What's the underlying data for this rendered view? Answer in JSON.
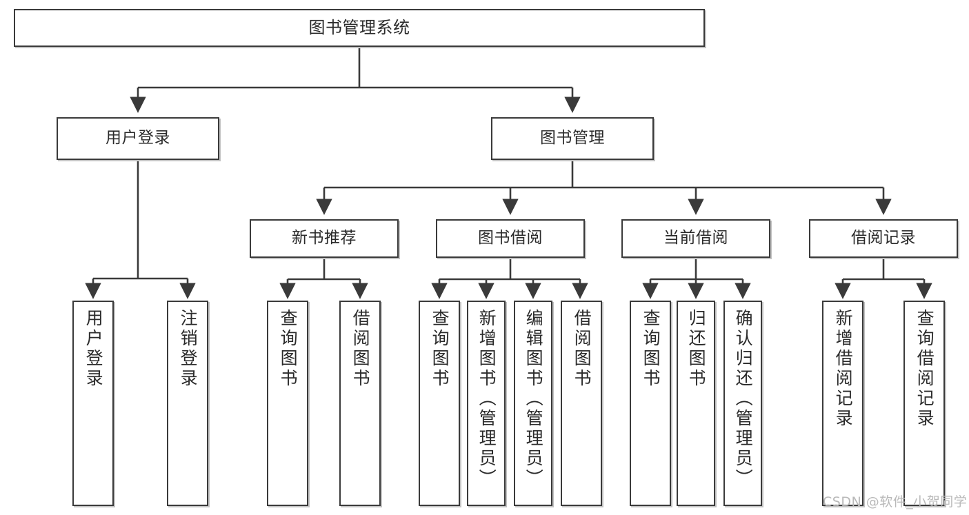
{
  "diagram": {
    "title": "图书管理系统",
    "type": "function-structure-chart",
    "style": {
      "border_color": "#3a3a3a",
      "fill_color": "#ffffff",
      "text_color": "#2b2b2b",
      "watermark_color": "#b9b9b9"
    },
    "nodes": {
      "root": {
        "label": "图书管理系统"
      },
      "level2": [
        {
          "label": "用户登录"
        },
        {
          "label": "图书管理"
        }
      ],
      "level3": [
        {
          "label": "新书推荐"
        },
        {
          "label": "图书借阅"
        },
        {
          "label": "当前借阅"
        },
        {
          "label": "借阅记录"
        }
      ],
      "leaves_user_login": [
        {
          "label": "用户登录"
        },
        {
          "label": "注销登录"
        }
      ],
      "leaves_new_book": [
        {
          "label": "查询图书"
        },
        {
          "label": "借阅图书"
        }
      ],
      "leaves_borrow": [
        {
          "label": "查询图书"
        },
        {
          "label": "新增图书（管理员）"
        },
        {
          "label": "编辑图书（管理员）"
        },
        {
          "label": "借阅图书"
        }
      ],
      "leaves_current": [
        {
          "label": "查询图书"
        },
        {
          "label": "归还图书"
        },
        {
          "label": "确认归还（管理员）"
        }
      ],
      "leaves_records": [
        {
          "label": "新增借阅记录"
        },
        {
          "label": "查询借阅记录"
        }
      ]
    },
    "watermark": "CSDN @软件_小贺同学"
  }
}
